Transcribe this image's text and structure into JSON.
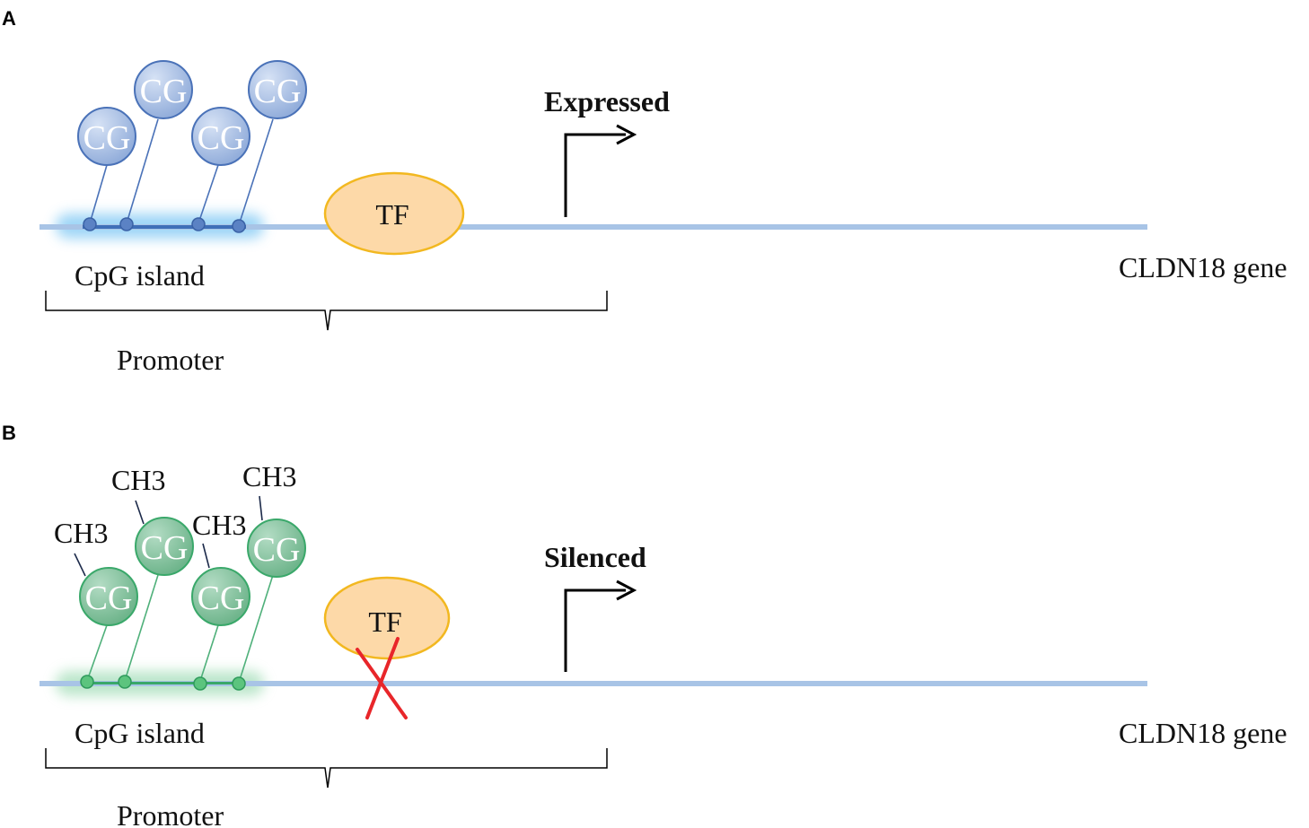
{
  "colors": {
    "gene_line": "#a8c4e6",
    "unmethylated_fill": "#9fb8e0",
    "unmethylated_stroke": "#4a72b8",
    "unmethylated_glow": "#4fb4f0",
    "methylated_fill": "#7fbf9a",
    "methylated_stroke": "#3aa86a",
    "methylated_glow": "#8fd6a8",
    "tf_fill": "#fdd9a8",
    "tf_stroke": "#f2b820",
    "cross": "#e8262a",
    "text": "#111111"
  },
  "panel_a": {
    "label": "A",
    "status": "Expressed",
    "tf_label": "TF",
    "cpg_island": "CpG island",
    "promoter": "Promoter",
    "gene": "CLDN18 gene",
    "sites": [
      {
        "label": "CG"
      },
      {
        "label": "CG"
      },
      {
        "label": "CG"
      },
      {
        "label": "CG"
      }
    ]
  },
  "panel_b": {
    "label": "B",
    "status": "Silenced",
    "tf_label": "TF",
    "cpg_island": "CpG island",
    "promoter": "Promoter",
    "gene": "CLDN18 gene",
    "sites": [
      {
        "label": "CG",
        "methyl": "CH3"
      },
      {
        "label": "CG",
        "methyl": "CH3"
      },
      {
        "label": "CG",
        "methyl": "CH3"
      },
      {
        "label": "CG",
        "methyl": "CH3"
      }
    ]
  }
}
